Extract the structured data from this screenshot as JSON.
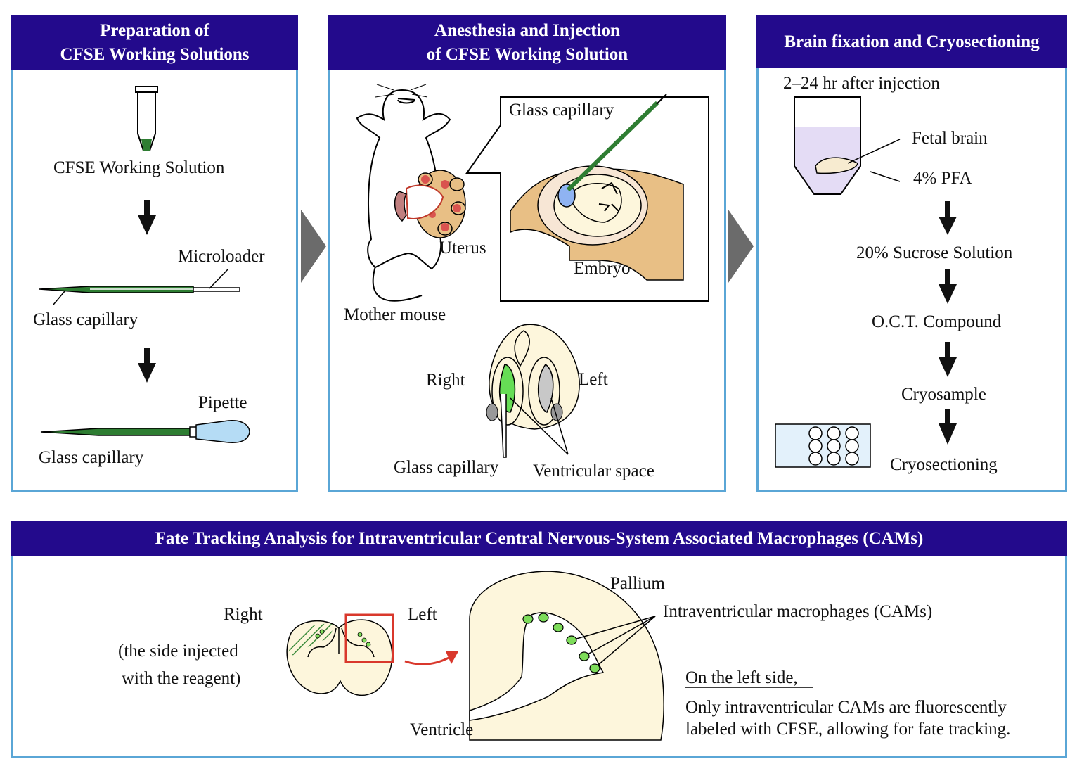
{
  "panel1": {
    "title_line1": "Preparation of",
    "title_line2": "CFSE Working Solutions",
    "cfse_label": "CFSE Working Solution",
    "microloader_label": "Microloader",
    "glass_capillary_label_1": "Glass capillary",
    "pipette_label": "Pipette",
    "glass_capillary_label_2": "Glass capillary"
  },
  "panel2": {
    "title_line1": "Anesthesia and Injection",
    "title_line2": "of CFSE Working Solution",
    "glass_capillary_label": "Glass capillary",
    "uterus_label": "Uterus",
    "embryo_label": "Embryo",
    "mother_mouse_label": "Mother mouse",
    "right_label": "Right",
    "left_label": "Left",
    "glass_capillary_label_2": "Glass capillary",
    "ventricular_space_label": "Ventricular space"
  },
  "panel3": {
    "title": "Brain fixation and Cryosectioning",
    "time_label": "2–24 hr after injection",
    "fetal_brain_label": "Fetal brain",
    "pfa_label": "4% PFA",
    "step1": "20% Sucrose Solution",
    "step2": "O.C.T. Compound",
    "step3": "Cryosample",
    "step4": "Cryosectioning"
  },
  "panel4": {
    "title": "Fate Tracking Analysis for Intraventricular Central Nervous-System Associated Macrophages (CAMs)",
    "right_label": "Right",
    "right_note_line1": "(the side injected",
    "right_note_line2": "with the reagent)",
    "left_label": "Left",
    "pallium_label": "Pallium",
    "cams_label": "Intraventricular macrophages (CAMs)",
    "ventricle_label": "Ventricle",
    "note_heading": "On the left side,",
    "note_line1": "Only intraventricular CAMs are fluorescently",
    "note_line2": "labeled with CFSE, allowing for fate tracking."
  },
  "colors": {
    "header_bg": "#230a8c",
    "panel_border": "#5aa6d6",
    "cfse_green": "#2e7d32",
    "brain_fill": "#fdf6dc",
    "uterus_tan": "#e8bf85",
    "arrow_gray": "#6b6b6b",
    "red_marker": "#d9382c",
    "pfa_lavender": "#e4dcf5",
    "macrophage_green": "#7ddc5a"
  }
}
